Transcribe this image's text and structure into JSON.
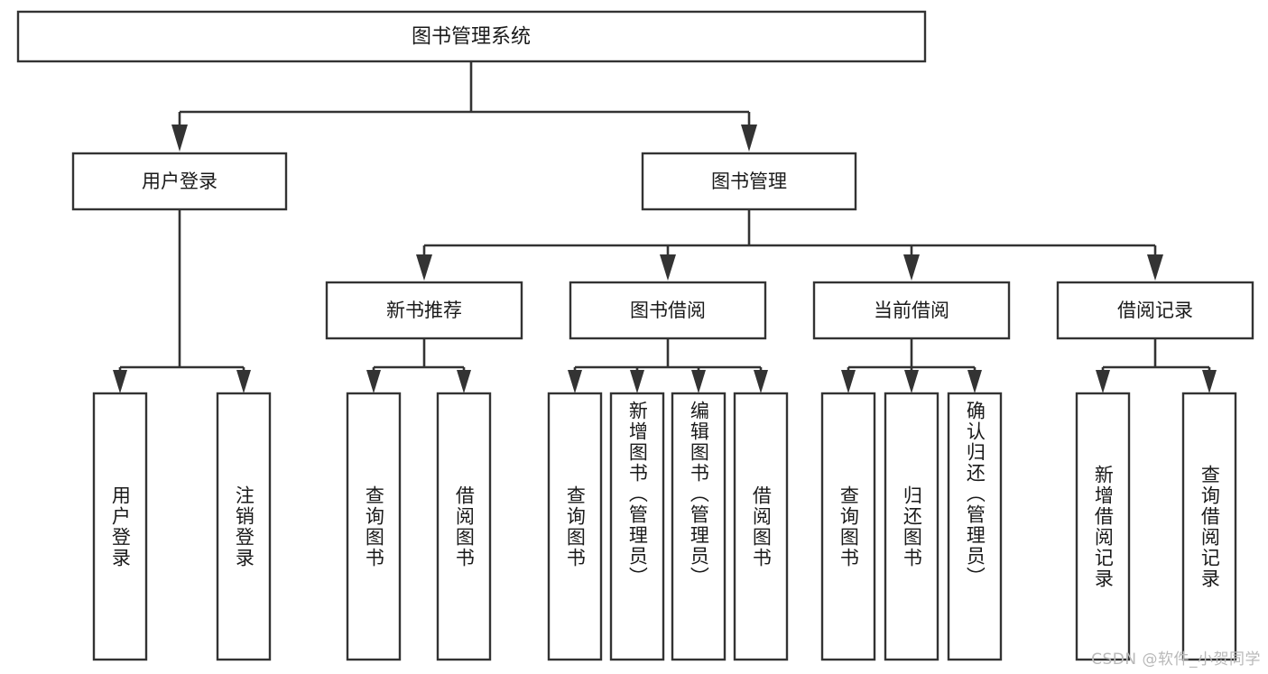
{
  "diagram": {
    "title": "图书管理系统",
    "type": "tree",
    "watermark": "CSDN @软件_小贺同学",
    "colors": {
      "box_stroke": "#333333",
      "box_fill": "#ffffff",
      "text": "#1a1a1a",
      "background": "#ffffff",
      "watermark": "#b9b9b9"
    },
    "root": {
      "label": "图书管理系统"
    },
    "level2": [
      {
        "label": "用户登录"
      },
      {
        "label": "图书管理"
      }
    ],
    "level3": [
      {
        "label": "新书推荐"
      },
      {
        "label": "图书借阅"
      },
      {
        "label": "当前借阅"
      },
      {
        "label": "借阅记录"
      }
    ],
    "leaves": {
      "user_login": [
        {
          "label": "用户登录"
        },
        {
          "label": "注销登录"
        }
      ],
      "new_book": [
        {
          "label": "查询图书"
        },
        {
          "label": "借阅图书"
        }
      ],
      "book_borrow": [
        {
          "label": "查询图书"
        },
        {
          "label": "新增图书（管理员）"
        },
        {
          "label": "编辑图书（管理员）"
        },
        {
          "label": "借阅图书"
        }
      ],
      "current_borrow": [
        {
          "label": "查询图书"
        },
        {
          "label": "归还图书"
        },
        {
          "label": "确认归还（管理员）"
        }
      ],
      "borrow_record": [
        {
          "label": "新增借阅记录"
        },
        {
          "label": "查询借阅记录"
        }
      ]
    }
  }
}
